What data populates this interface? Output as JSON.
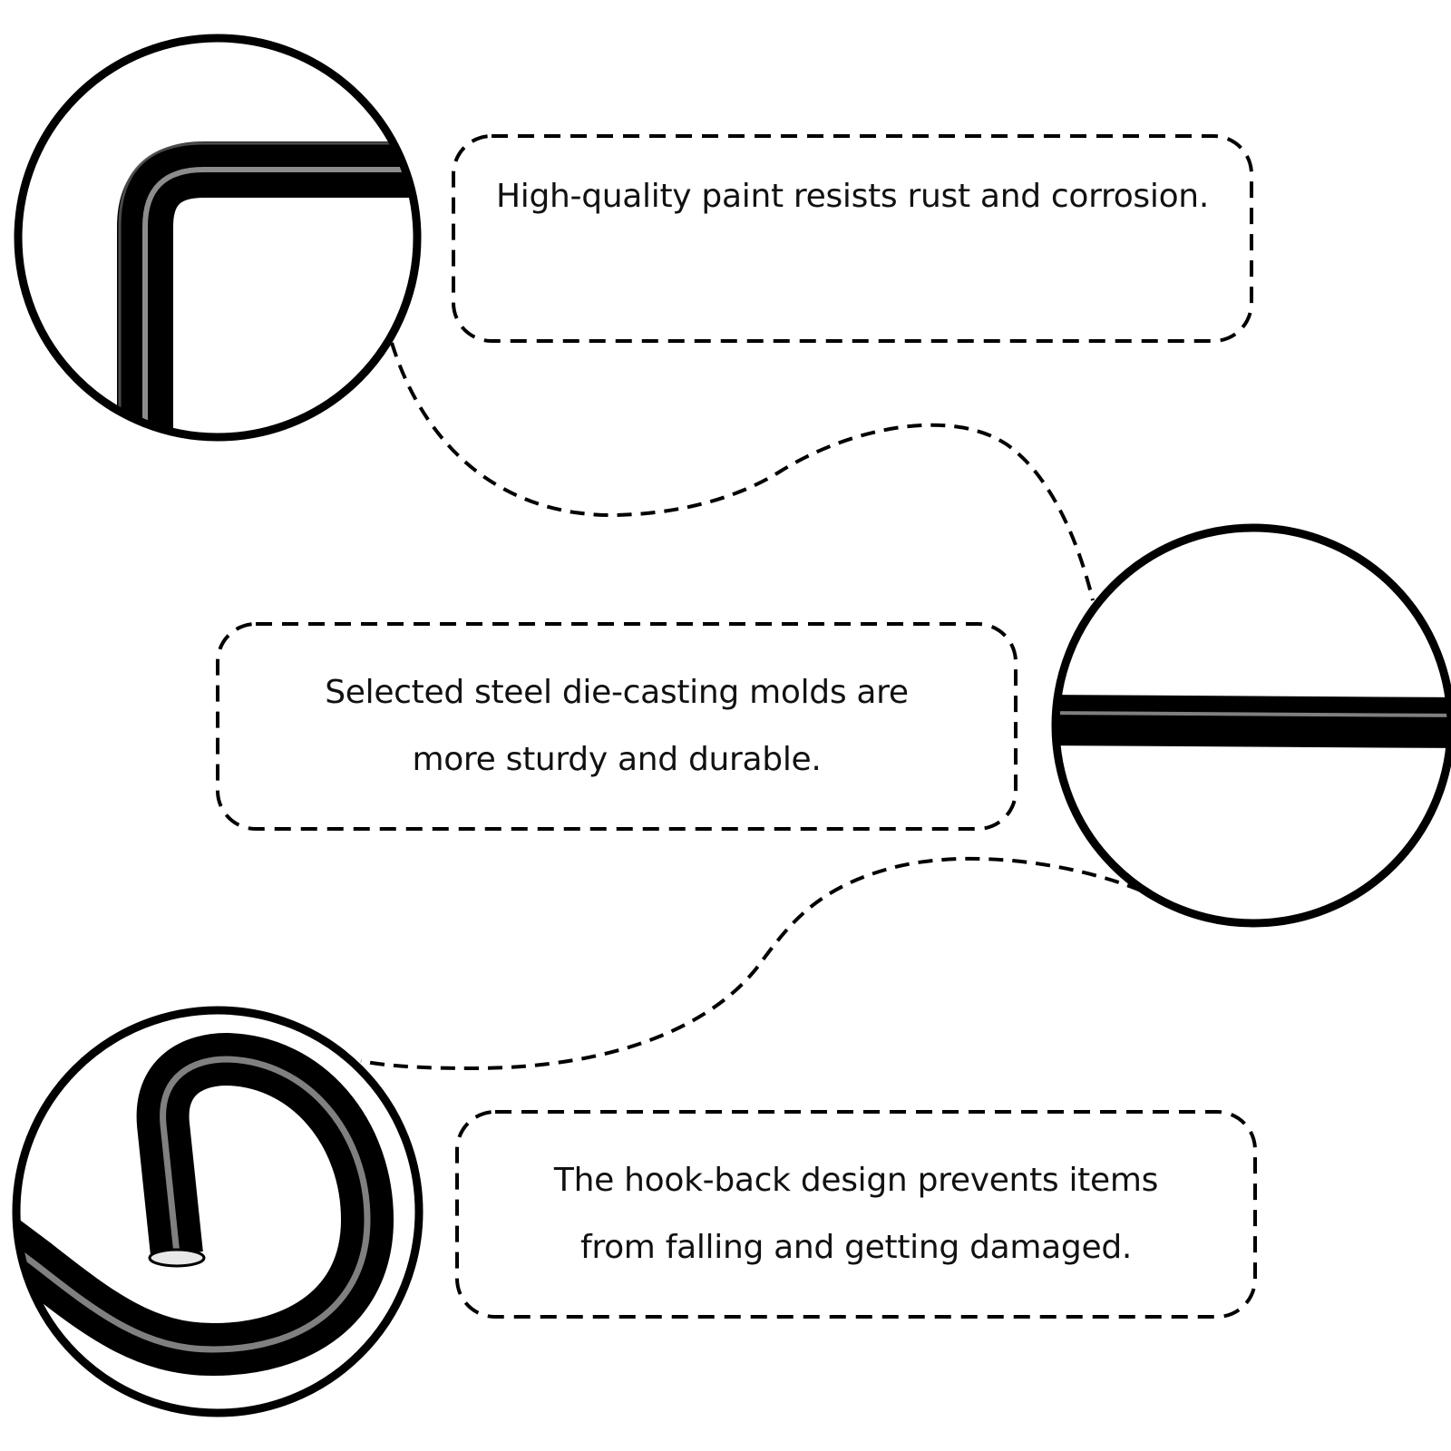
{
  "callouts": {
    "paint": {
      "lines": [
        "High-quality paint resists rust and corrosion."
      ]
    },
    "steel": {
      "lines": [
        "Selected steel die-casting molds are",
        "more sturdy and durable."
      ]
    },
    "hook": {
      "lines": [
        "The hook-back design prevents items",
        "from falling and getting damaged."
      ]
    }
  },
  "colors": {
    "outline": "#000000",
    "wire": "#0a0a0a",
    "text": "#111111",
    "background": "#ffffff"
  },
  "icons": [
    "corner-bend-zoom",
    "straight-rod-zoom",
    "hook-bend-zoom"
  ]
}
